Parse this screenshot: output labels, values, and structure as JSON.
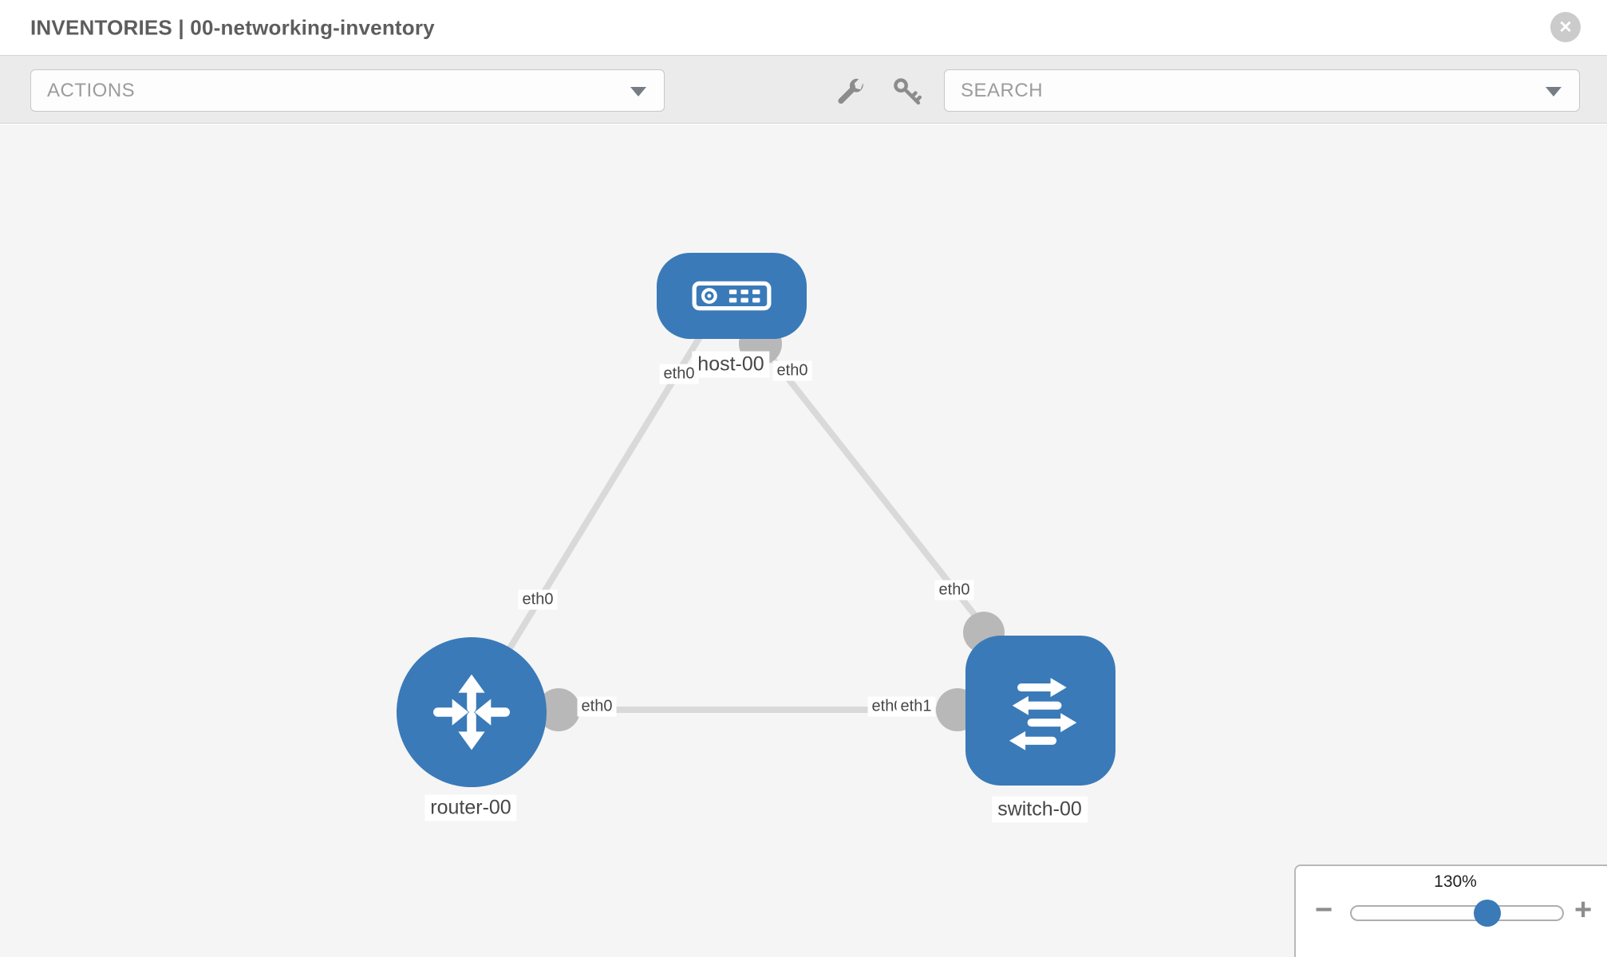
{
  "header": {
    "title": "INVENTORIES | 00-networking-inventory",
    "close_glyph": "✕"
  },
  "toolbar": {
    "actions_placeholder": "ACTIONS",
    "search_placeholder": "SEARCH",
    "icons": [
      "wrench-icon",
      "key-icon"
    ]
  },
  "topology": {
    "nodes": [
      {
        "label": "host-00",
        "type": "host",
        "shape": "rounded-rect"
      },
      {
        "label": "router-00",
        "type": "router",
        "shape": "circle"
      },
      {
        "label": "switch-00",
        "type": "switch",
        "shape": "rounded-square"
      }
    ],
    "interface_labels": [
      {
        "text": "eth0",
        "node": "host-00",
        "position": "below-left"
      },
      {
        "text": "eth0",
        "node": "host-00",
        "position": "below-right"
      },
      {
        "text": "eth0",
        "node": "router-00",
        "position": "uplink-mid"
      },
      {
        "text": "eth0",
        "node": "switch-00",
        "position": "uplink-mid"
      },
      {
        "text": "eth0",
        "node": "router-00",
        "position": "right"
      },
      {
        "text": "eth0",
        "node": "switch-00",
        "position": "left-under"
      },
      {
        "text": "eth1",
        "node": "switch-00",
        "position": "left"
      }
    ],
    "links": [
      {
        "from": "host-00",
        "to": "router-00"
      },
      {
        "from": "host-00",
        "to": "switch-00"
      },
      {
        "from": "router-00",
        "to": "switch-00"
      }
    ]
  },
  "zoom_control": {
    "level": "130%",
    "minus_glyph": "−",
    "plus_glyph": "+"
  },
  "colors": {
    "node_blue": "#3a7ab8",
    "link_gray": "#d9d9d9",
    "interface_gray": "#b8b8b8",
    "toolbar_bg": "#ebebeb",
    "canvas_bg": "#f5f5f5"
  }
}
